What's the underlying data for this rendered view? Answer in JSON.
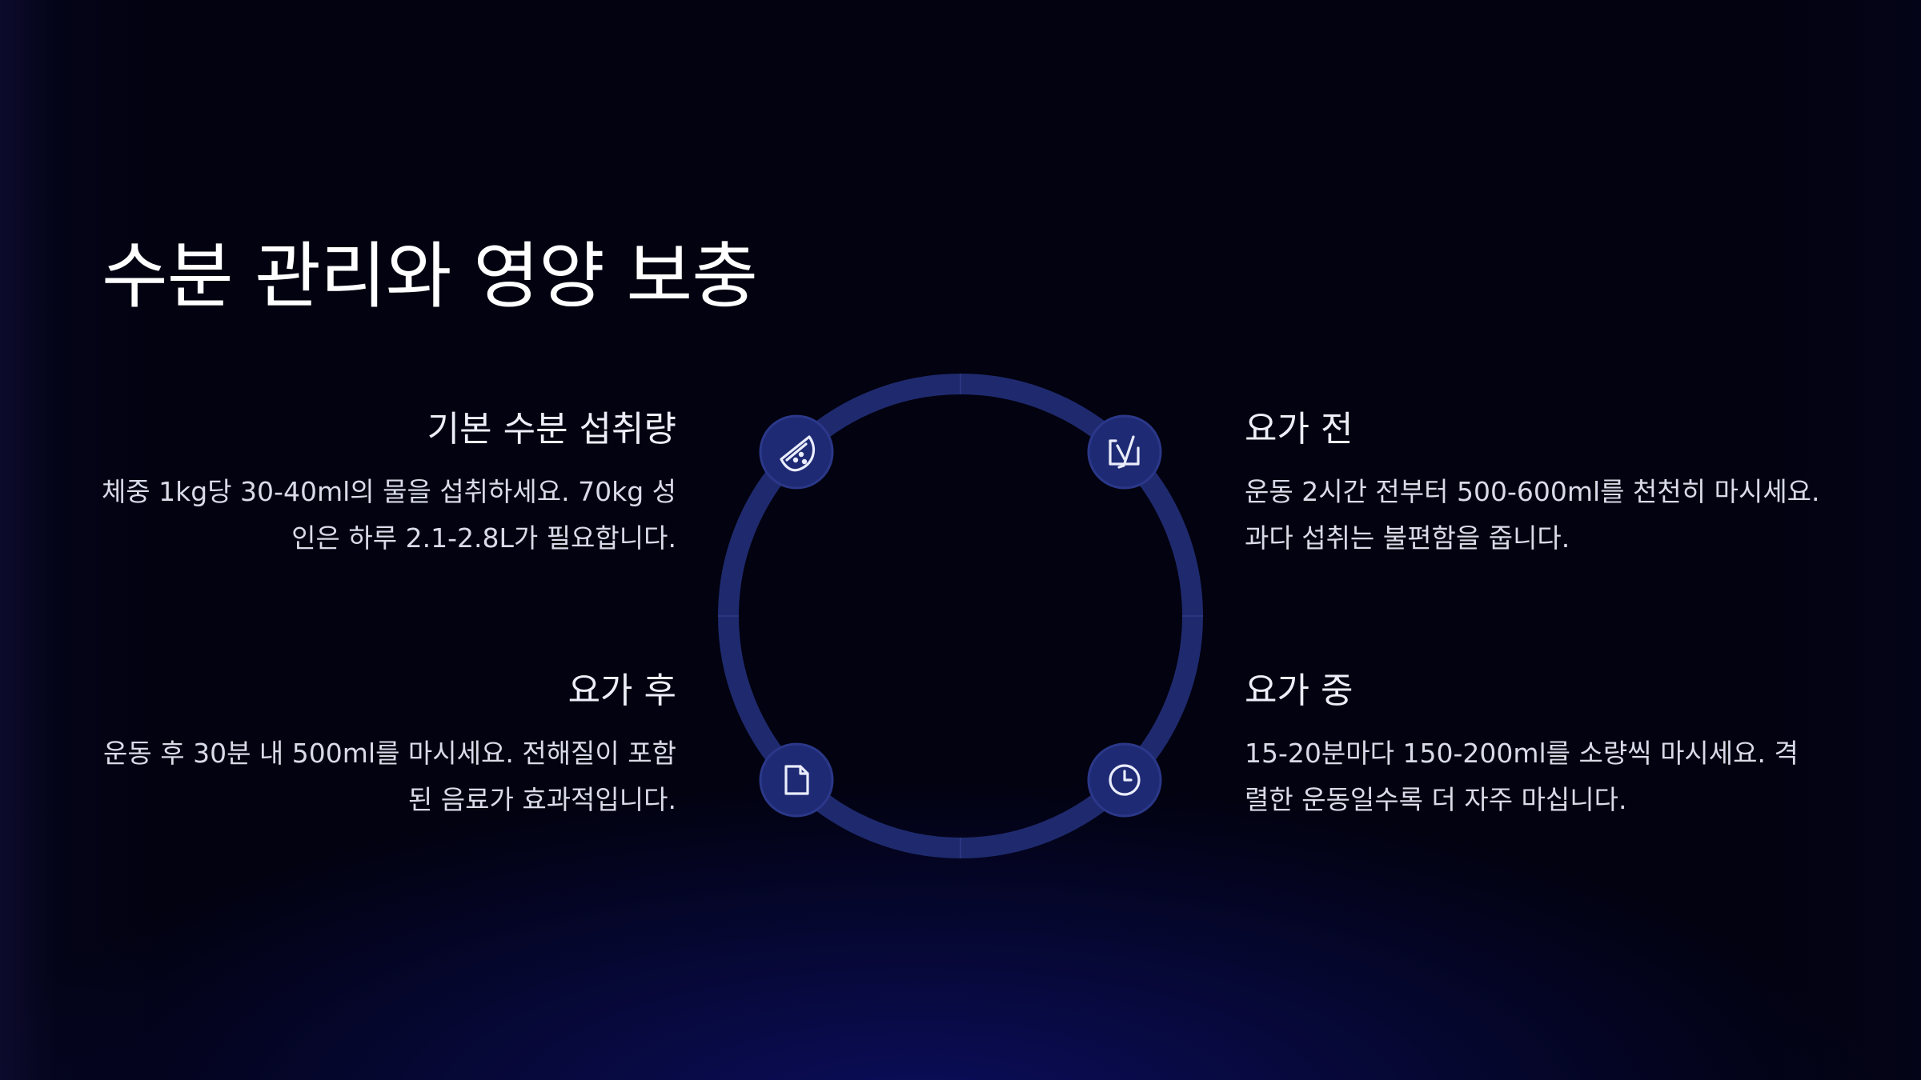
{
  "title": "수분 관리와 영양 보충",
  "colors": {
    "background": "#020210",
    "ring": "#1f2a6e",
    "node": "#1e2a73",
    "text": "#e8e9f2"
  },
  "blocks": {
    "basic": {
      "heading": "기본 수분 섭취량",
      "body": "체중 1kg당 30-40ml의 물을 섭취하세요. 70kg 성인은 하루 2.1-2.8L가 필요합니다.",
      "icon": "watermelon-icon"
    },
    "before": {
      "heading": "요가 전",
      "body": "운동 2시간 전부터 500-600ml를 천천히 마시세요. 과다 섭취는 불편함을 줍니다.",
      "icon": "yoast-icon"
    },
    "during": {
      "heading": "요가 중",
      "body": "15-20분마다 150-200ml를 소량씩 마시세요. 격렬한 운동일수록 더 자주 마십니다.",
      "icon": "clock-icon"
    },
    "after": {
      "heading": "요가 후",
      "body": "운동 후 30분 내 500ml를 마시세요. 전해질이 포함된 음료가 효과적입니다.",
      "icon": "file-icon"
    }
  }
}
